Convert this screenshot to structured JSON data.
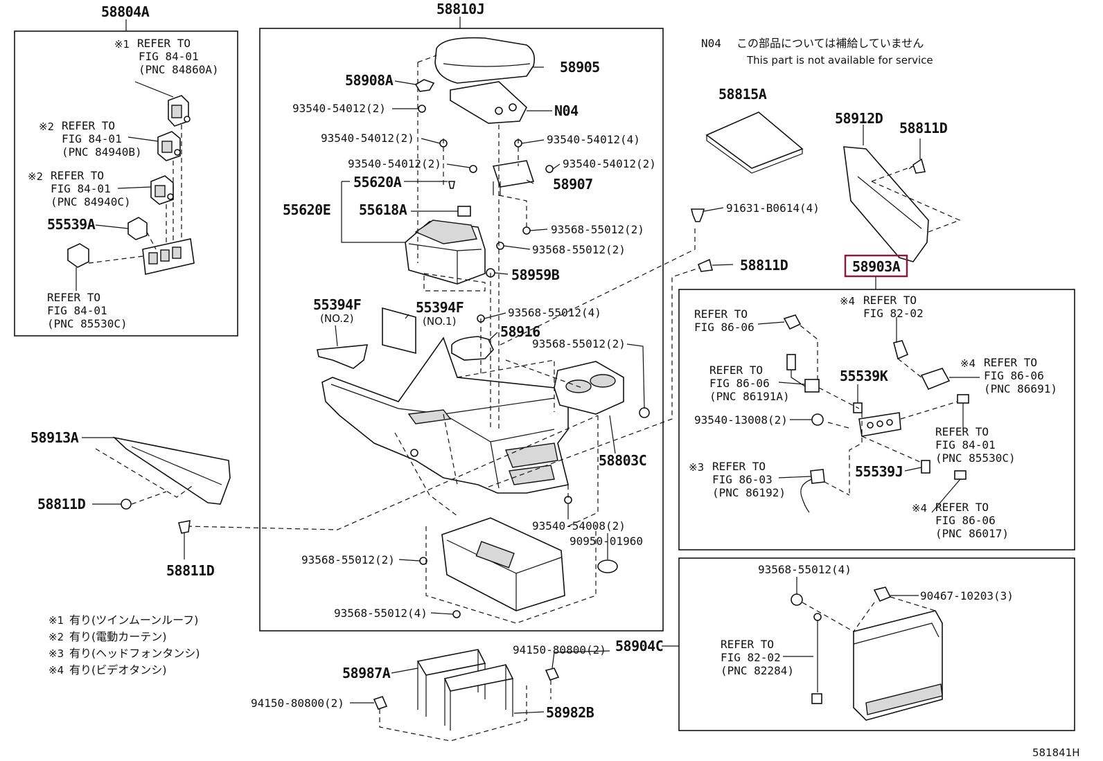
{
  "diagram_id": "581841H",
  "availability_note": {
    "code": "N04",
    "japanese": "この部品については補給していません",
    "english": "This part is not available for service"
  },
  "footnotes": [
    {
      "mark": "※1",
      "text": "有り(ツインムーンルーフ)"
    },
    {
      "mark": "※2",
      "text": "有り(電動カーテン)"
    },
    {
      "mark": "※3",
      "text": "有り(ヘッドフォンタンシ)"
    },
    {
      "mark": "※4",
      "text": "有り(ビデオタンシ)"
    }
  ],
  "labels": {
    "p58804A": "58804A",
    "p58810J": "58810J",
    "p58905": "58905",
    "p58908A": "58908A",
    "b93540_54012_2a": "93540-54012(2)",
    "b93540_54012_2b": "93540-54012(2)",
    "b93540_54012_2c": "93540-54012(2)",
    "b93540_54012_4": "93540-54012(4)",
    "b93540_54012_2d": "93540-54012(2)",
    "pN04": "N04",
    "p55620A": "55620A",
    "p58907": "58907",
    "p55620E": "55620E",
    "p55618A": "55618A",
    "b93568_55012_2a": "93568-55012(2)",
    "b93568_55012_2b": "93568-55012(2)",
    "p58959B": "58959B",
    "p55394F_2": "55394F",
    "no2": "(NO.2)",
    "p55394F_1": "55394F",
    "no1": "(NO.1)",
    "b93568_55012_4a": "93568-55012(4)",
    "p58916": "58916",
    "b93568_55012_2c": "93568-55012(2)",
    "p58803C": "58803C",
    "b93540_54008_2": "93540-54008(2)",
    "b90950_01960": "90950-01960",
    "b93568_55012_2d": "93568-55012(2)",
    "b93568_55012_4b": "93568-55012(4)",
    "p58815A": "58815A",
    "p58912D": "58912D",
    "p58811D_a": "58811D",
    "b91631_B0614_4": "91631-B0614(4)",
    "p58811D_b": "58811D",
    "p58903A": "58903A",
    "p55539K": "55539K",
    "b93540_13008_2": "93540-13008(2)",
    "p55539J": "55539J",
    "p58913A": "58913A",
    "p58811D_c": "58811D",
    "p58811D_d": "58811D",
    "p55539A": "55539A",
    "b93568_55012_4c": "93568-55012(4)",
    "b90467_10203_3": "90467-10203(3)",
    "p58904C": "58904C",
    "b94150_80800_2a": "94150-80800(2)",
    "b94150_80800_2b": "94150-80800(2)",
    "p58987A": "58987A",
    "p58982B": "58982B"
  },
  "refs": {
    "r1": {
      "mark": "※1",
      "l1": "REFER TO",
      "l2": "FIG 84-01",
      "l3": "(PNC 84860A)"
    },
    "r2": {
      "mark": "※2",
      "l1": "REFER TO",
      "l2": "FIG 84-01",
      "l3": "(PNC 84940B)"
    },
    "r3": {
      "mark": "※2",
      "l1": "REFER TO",
      "l2": "FIG 84-01",
      "l3": "(PNC 84940C)"
    },
    "r4": {
      "mark": "",
      "l1": "REFER TO",
      "l2": "FIG 84-01",
      "l3": "(PNC 85530C)"
    },
    "r5": {
      "mark": "※4",
      "l1": "REFER TO",
      "l2": "FIG 82-02",
      "l3": ""
    },
    "r6": {
      "mark": "",
      "l1": "REFER TO",
      "l2": "FIG 86-06",
      "l3": ""
    },
    "r7": {
      "mark": "",
      "l1": "REFER TO",
      "l2": "FIG 86-06",
      "l3": "(PNC 86191A)"
    },
    "r8": {
      "mark": "※4",
      "l1": "REFER TO",
      "l2": "FIG 86-06",
      "l3": "(PNC 86691)"
    },
    "r9": {
      "mark": "",
      "l1": "REFER TO",
      "l2": "FIG 84-01",
      "l3": "(PNC 85530C)"
    },
    "r10": {
      "mark": "※3",
      "l1": "REFER TO",
      "l2": "FIG 86-03",
      "l3": "(PNC 86192)"
    },
    "r11": {
      "mark": "※4",
      "l1": "REFER TO",
      "l2": "FIG 86-06",
      "l3": "(PNC 86017)"
    },
    "r12": {
      "mark": "",
      "l1": "REFER TO",
      "l2": "FIG 82-02",
      "l3": "(PNC 82284)"
    }
  },
  "colors": {
    "highlight": "#8b1a3a",
    "ink": "#111111"
  }
}
